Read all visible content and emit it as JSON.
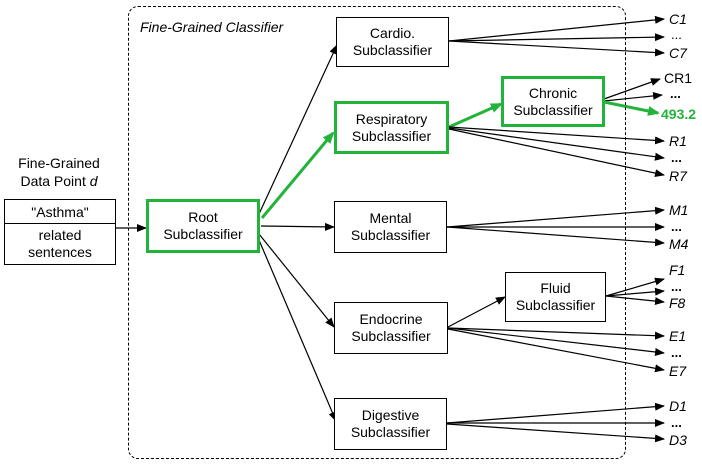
{
  "container_title": "Fine-Grained Classifier",
  "data_point": {
    "label_line1": "Fine-Grained",
    "label_line2": "Data Point ",
    "label_var": "d",
    "field_top": "\"Asthma\"",
    "field_bottom_line1": "related",
    "field_bottom_line2": "sentences"
  },
  "nodes": {
    "root": {
      "line1": "Root",
      "line2": "Subclassifier"
    },
    "cardio": {
      "line1": "Cardio.",
      "line2": "Subclassifier"
    },
    "respiratory": {
      "line1": "Respiratory",
      "line2": "Subclassifier"
    },
    "chronic": {
      "line1": "Chronic",
      "line2": "Subclassifier"
    },
    "mental": {
      "line1": "Mental",
      "line2": "Subclassifier"
    },
    "endocrine": {
      "line1": "Endocrine",
      "line2": "Subclassifier"
    },
    "fluid": {
      "line1": "Fluid",
      "line2": "Subclassifier"
    },
    "digestive": {
      "line1": "Digestive",
      "line2": "Subclassifier"
    }
  },
  "outputs": {
    "cardio": [
      "C1",
      "...",
      "C7"
    ],
    "chronic": [
      "CR1",
      "...",
      "493.2"
    ],
    "respiratory": [
      "R1",
      "...",
      "R7"
    ],
    "mental": [
      "M1",
      "...",
      "M4"
    ],
    "fluid": [
      "F1",
      "...",
      "F8"
    ],
    "endocrine": [
      "E1",
      "...",
      "E7"
    ],
    "digestive": [
      "D1",
      "...",
      "D3"
    ]
  },
  "colors": {
    "highlight": "#22b43a",
    "line": "#000000"
  }
}
